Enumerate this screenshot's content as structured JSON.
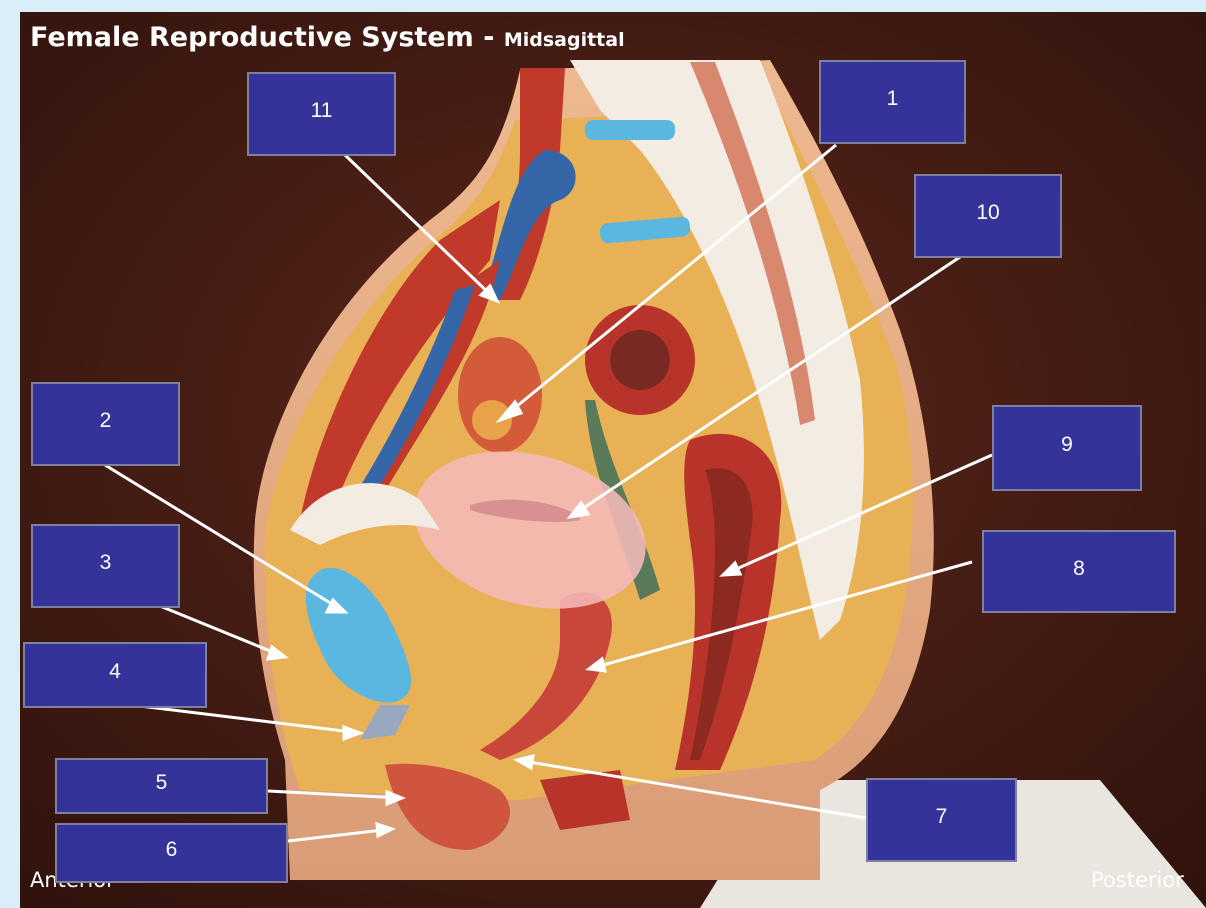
{
  "title": {
    "main": "Female Reproductive System",
    "separator": "-",
    "subtitle": "Midsagittal"
  },
  "orientation": {
    "left": "Anterior",
    "right": "Posterior"
  },
  "labels": [
    "1",
    "2",
    "3",
    "4",
    "5",
    "6",
    "7",
    "8",
    "9",
    "10",
    "11"
  ],
  "colors": {
    "label_box": "#333399",
    "background_wood": "#4a1f17",
    "frame": "#d9eef8",
    "fat": "#e8b155",
    "uterus": "#f4b9b9",
    "bladder": "#5ab7e0"
  }
}
